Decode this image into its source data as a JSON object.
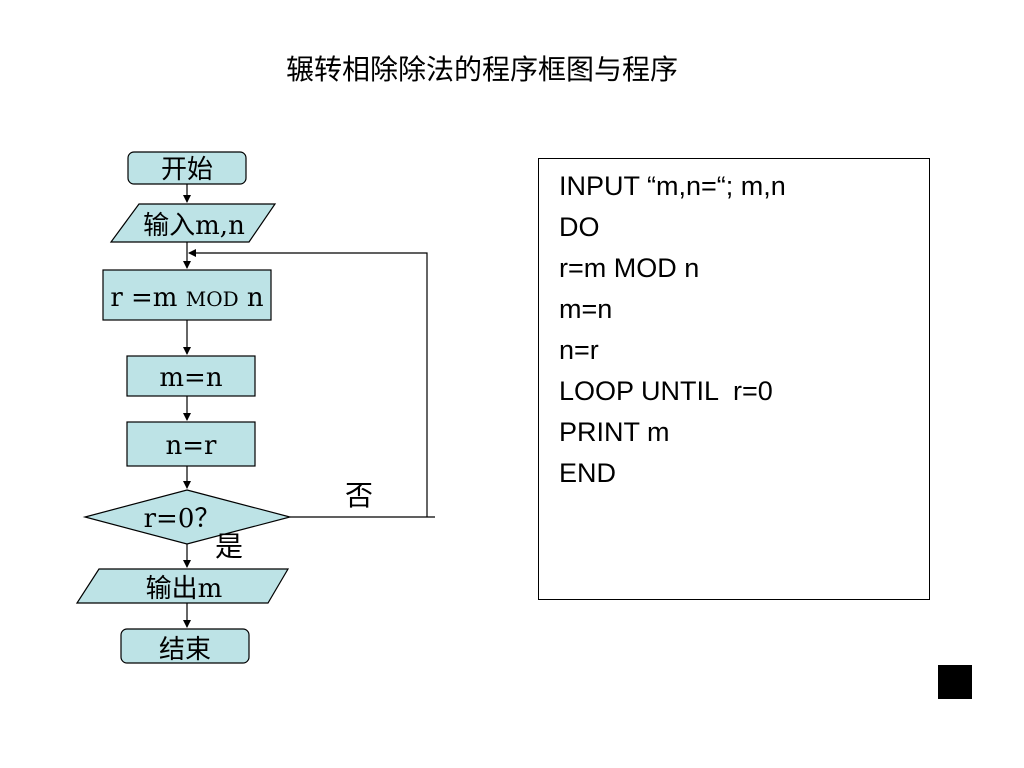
{
  "title": "辗转相除除法的程序框图与程序",
  "flowchart": {
    "start": "开始",
    "input": "输入m,n",
    "process_mod_main": "r =m ",
    "process_mod_op": "MOD",
    "process_mod_tail": " n",
    "assign_m": "m=n",
    "assign_n": "n=r",
    "decision": "r=0？",
    "branch_no": "否",
    "branch_yes": "是",
    "output": "输出m",
    "end": "结束"
  },
  "program": {
    "lines": [
      "INPUT “m,n=“; m,n",
      "DO",
      "r=m MOD n",
      "m=n",
      "n=r",
      "LOOP UNTIL  r=0",
      "PRINT m",
      "END"
    ]
  },
  "colors": {
    "shape_fill": "#bde3e6",
    "stroke": "#000000"
  }
}
